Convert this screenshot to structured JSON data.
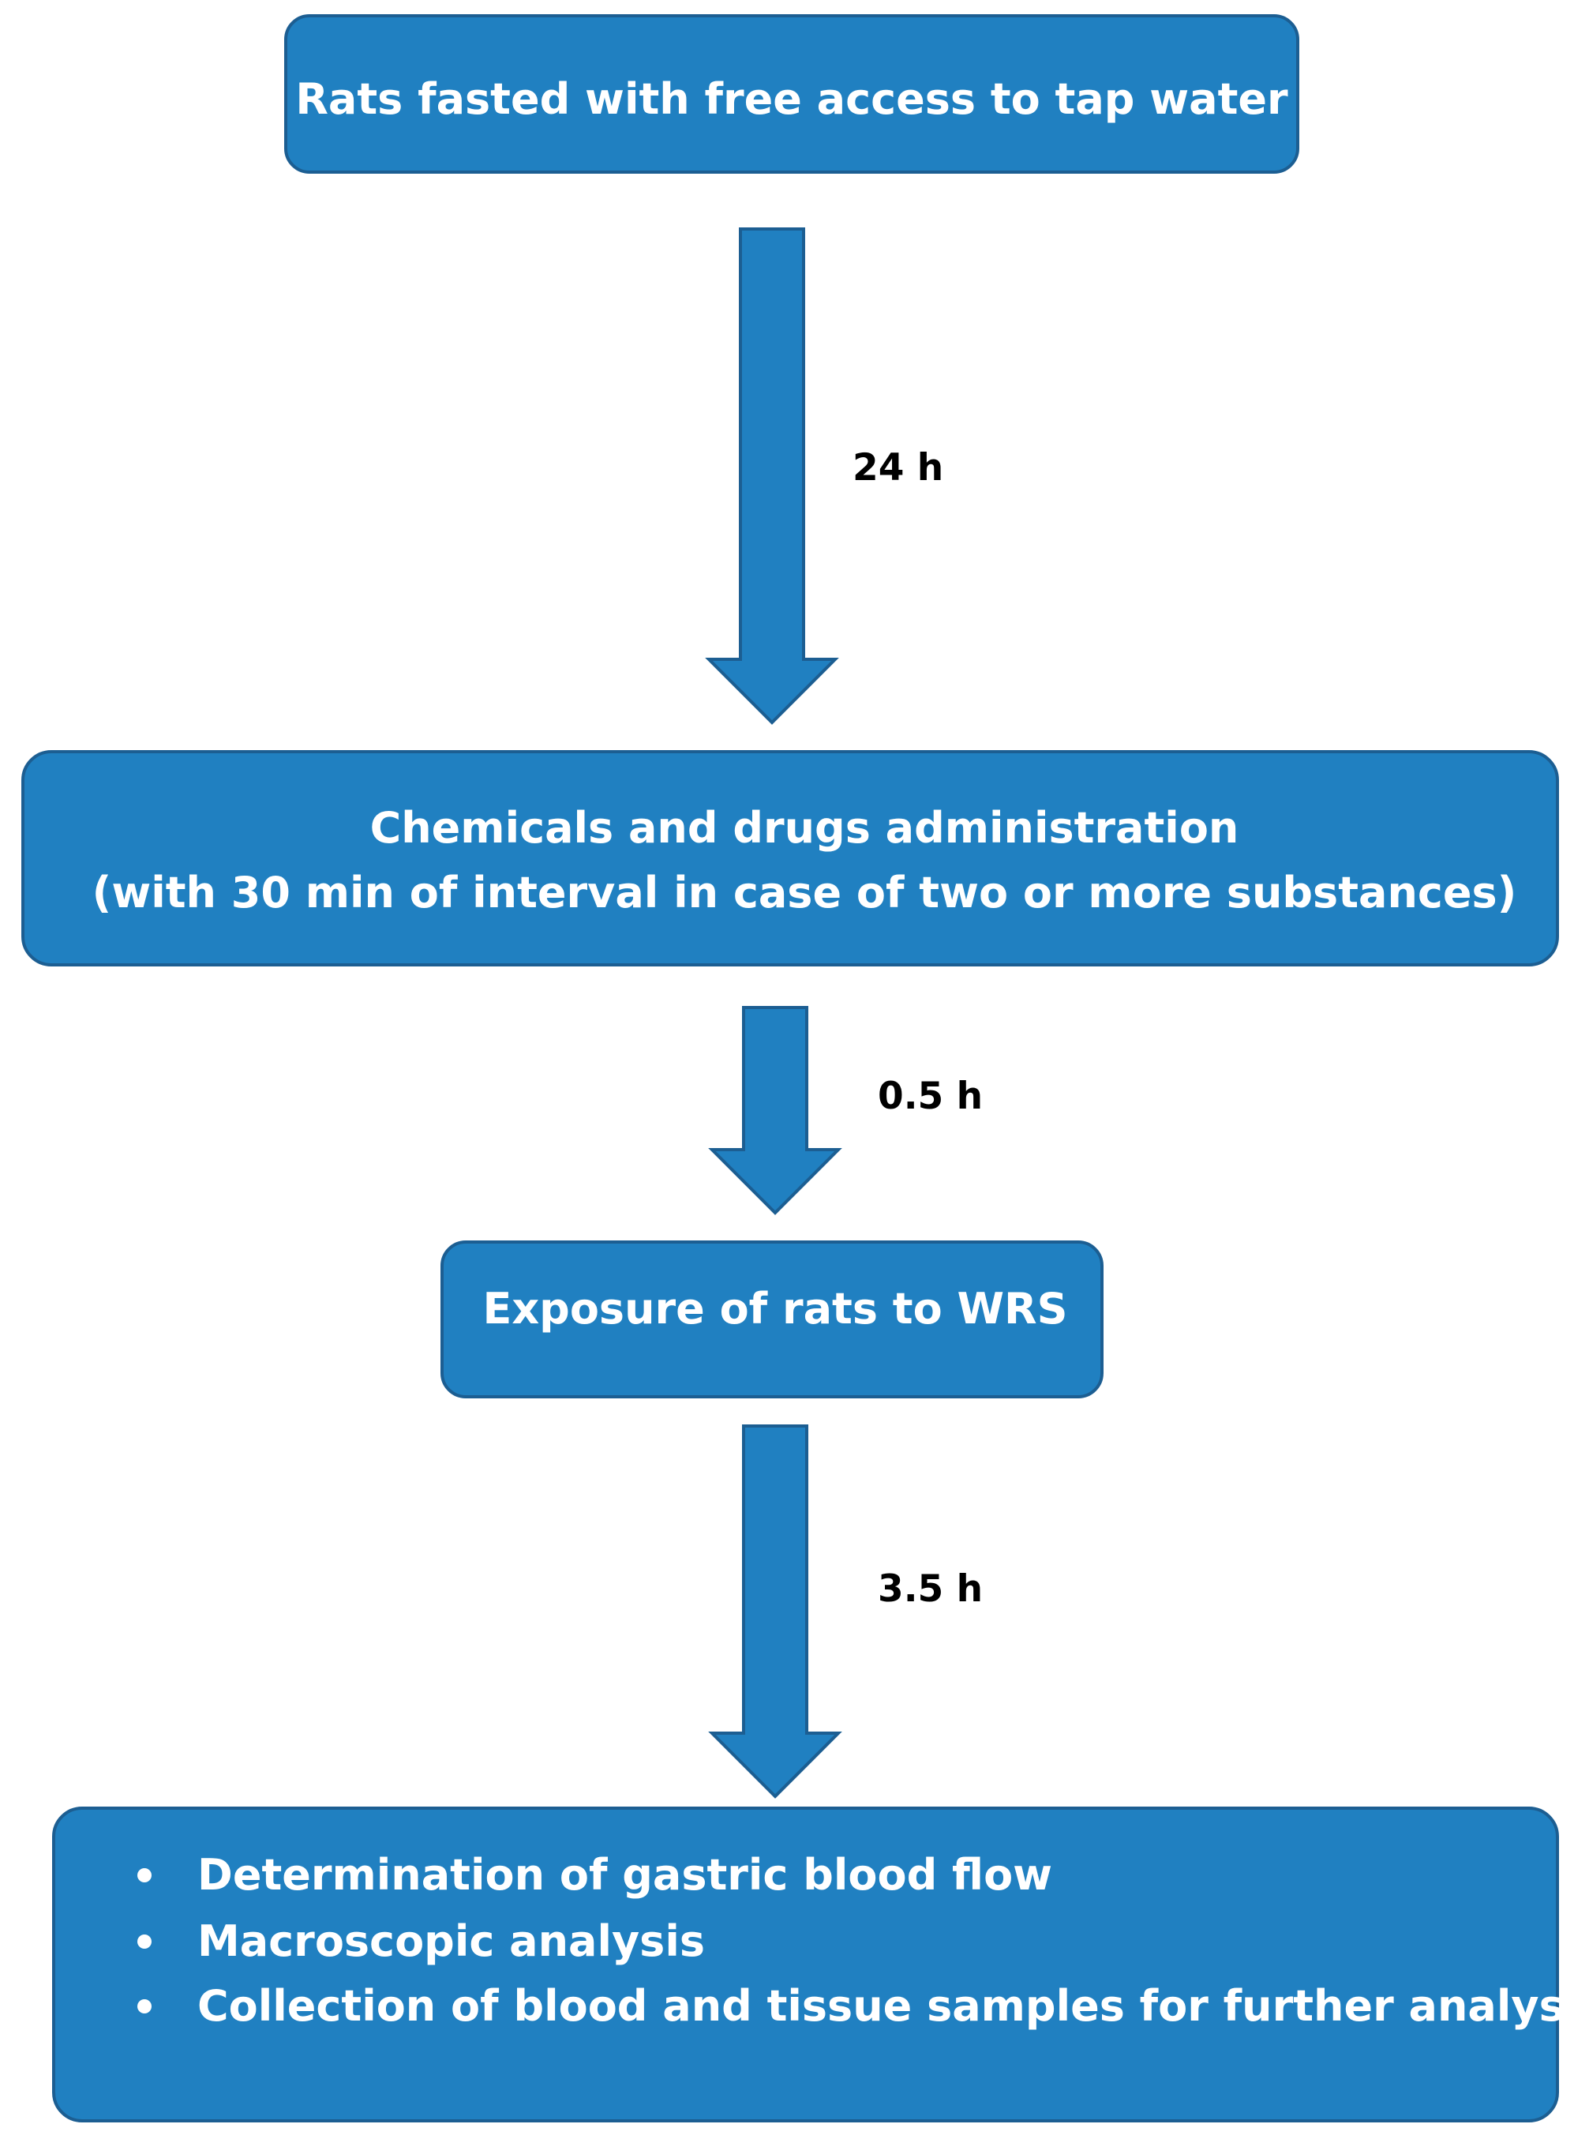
{
  "colors": {
    "box_fill": "#2080c1",
    "box_stroke": "#1c5e92",
    "arrow_fill": "#2080c1",
    "arrow_stroke": "#1c5e92",
    "text_on_box": "#ffffff",
    "label_text": "#000000"
  },
  "steps": [
    {
      "lines": [
        "Rats fasted with free access to tap water"
      ]
    },
    {
      "lines": [
        "Chemicals and drugs administration",
        "(with 30 min of interval in case of two or more substances)"
      ]
    },
    {
      "lines": [
        "Exposure of rats to WRS"
      ]
    },
    {
      "bullets": [
        "Determination of gastric blood flow",
        "Macroscopic analysis",
        "Collection of blood and tissue samples for further analysis"
      ]
    }
  ],
  "intervals": [
    "24 h",
    "0.5 h",
    "3.5 h"
  ]
}
